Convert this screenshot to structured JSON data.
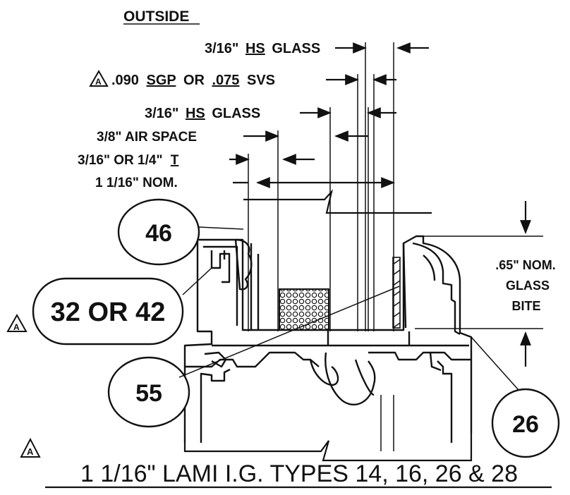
{
  "header": {
    "outside": "OUTSIDE"
  },
  "callouts": {
    "hs_glass_top": {
      "size": "3/16\"",
      "hs": "HS",
      "glass": "GLASS"
    },
    "interlayer": {
      "size": ".090",
      "sgp": "SGP",
      "or": "OR",
      "alt": ".075",
      "svs": "SVS",
      "rev": "A"
    },
    "hs_glass_mid": {
      "size": "3/16\"",
      "hs": "HS",
      "glass": "GLASS"
    },
    "air_space": "3/8\" AIR SPACE",
    "thickness": {
      "size": "3/16\" OR 1/4\"",
      "t": "T"
    },
    "nominal": "1 1/16\" NOM."
  },
  "bite": {
    "line1": ".65\" NOM.",
    "line2": "GLASS",
    "line3": "BITE"
  },
  "bubbles": {
    "b46": "46",
    "b32": "32 OR 42",
    "b55": "55",
    "b26": "26"
  },
  "revisions": {
    "left": "A",
    "bottom": "A"
  },
  "title": "1 1/16\" LAMI I.G. TYPES 14, 16, 26 & 28"
}
